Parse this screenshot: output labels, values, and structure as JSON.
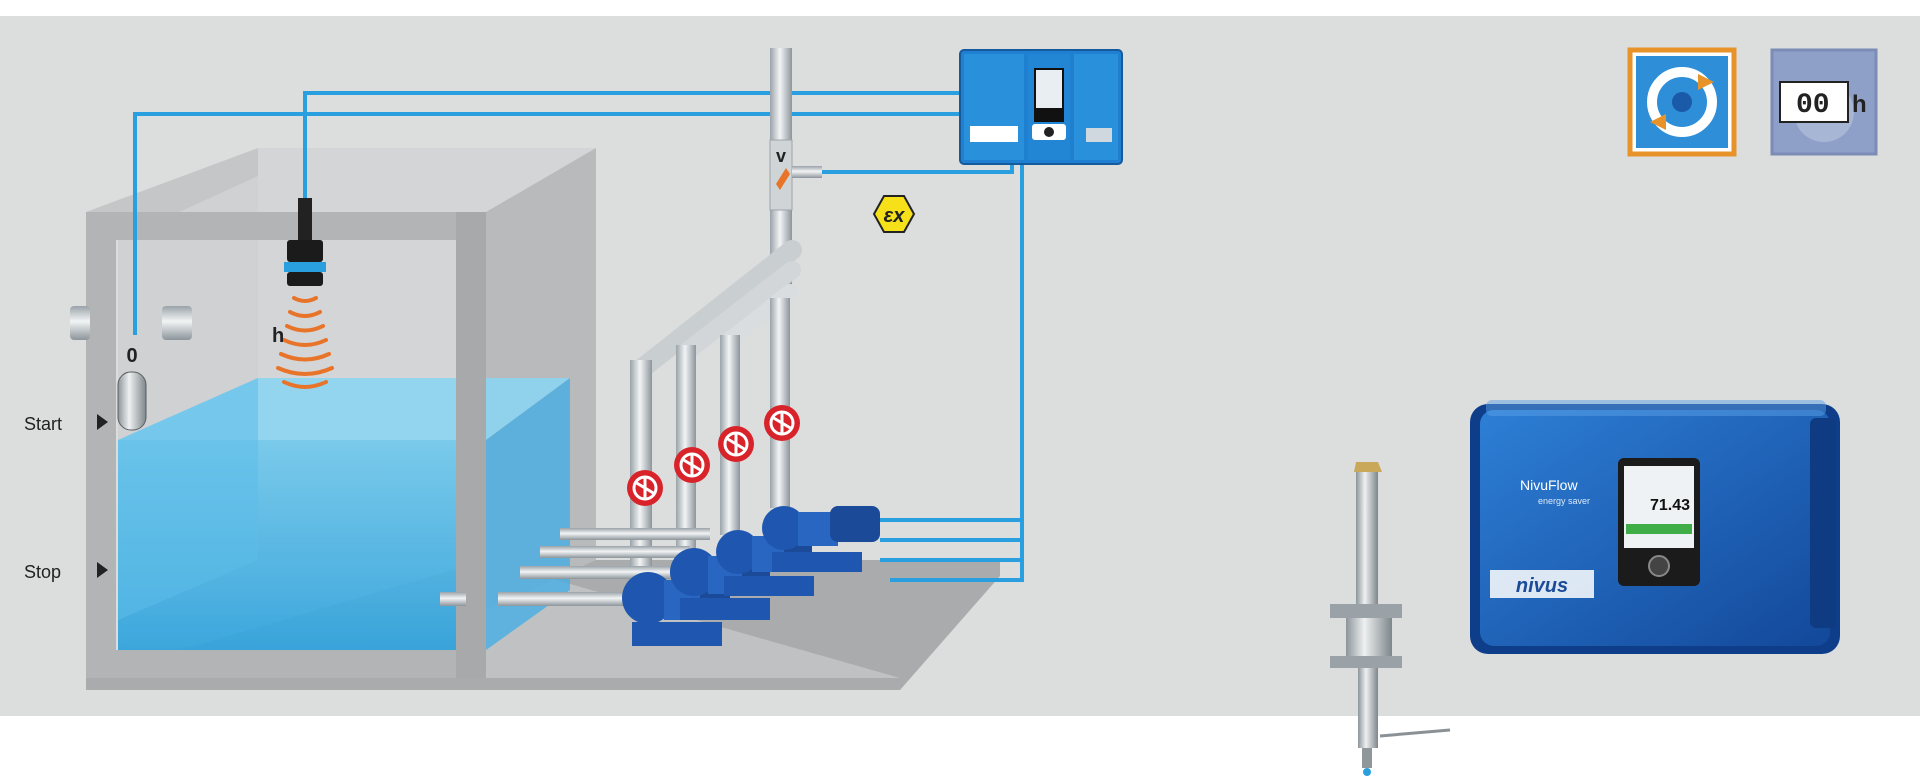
{
  "labels": {
    "start": "Start",
    "stop": "Stop",
    "level": "h",
    "velocity": "v",
    "float_mark": "0",
    "ex_symbol": "εx"
  },
  "controller": {
    "brand": "nivus",
    "product": "NivuFlow",
    "subtitle": "energy saver",
    "display_value": "71.43"
  },
  "icons": [
    {
      "name": "pump-flow-icon",
      "frame_color": "#e8922a"
    },
    {
      "name": "hour-counter-icon",
      "frame_color": "#8fa0c8",
      "text": "00",
      "unit": "h"
    }
  ],
  "colors": {
    "background": "#dcdddd",
    "signal_cable": "#2a9fe0",
    "water": "#4db8ec",
    "device_blue": "#1e6fc4",
    "pump_blue": "#1f57b0",
    "valve_red": "#d8232a",
    "ultrasonic_waves": "#e8742a",
    "ex_badge": "#f5e01a"
  }
}
